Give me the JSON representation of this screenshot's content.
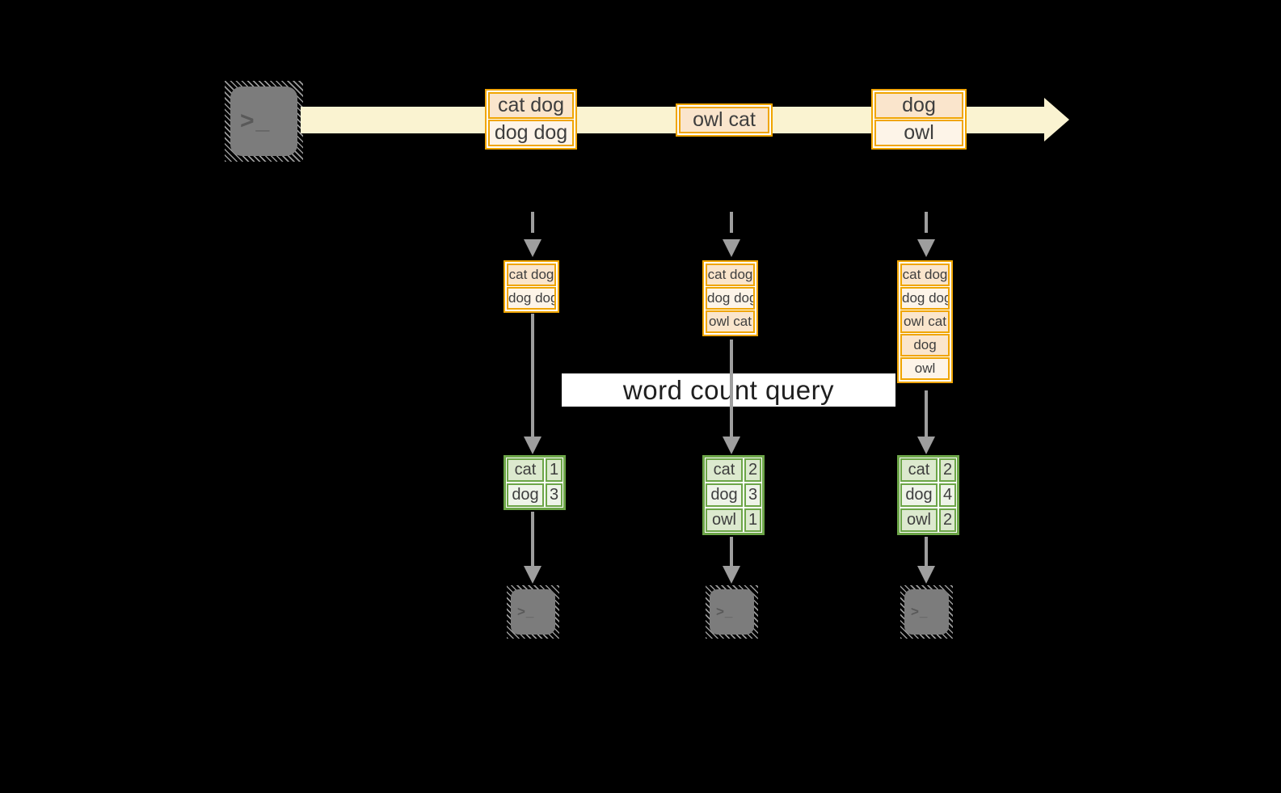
{
  "query_label": "word count query",
  "terminal_prompt": ">_",
  "stream": {
    "sentences": [
      "cat dog",
      "dog dog",
      "owl cat",
      "dog",
      "owl"
    ]
  },
  "workers": [
    {
      "buffer": [
        "cat dog",
        "dog dog"
      ],
      "counts": [
        {
          "word": "cat",
          "count": 1
        },
        {
          "word": "dog",
          "count": 3
        }
      ]
    },
    {
      "buffer": [
        "cat dog",
        "dog dog",
        "owl cat"
      ],
      "counts": [
        {
          "word": "cat",
          "count": 2
        },
        {
          "word": "dog",
          "count": 3
        },
        {
          "word": "owl",
          "count": 1
        }
      ]
    },
    {
      "buffer": [
        "cat dog",
        "dog dog",
        "owl cat",
        "dog",
        "owl"
      ],
      "counts": [
        {
          "word": "cat",
          "count": 2
        },
        {
          "word": "dog",
          "count": 4
        },
        {
          "word": "owl",
          "count": 2
        }
      ]
    }
  ],
  "colors": {
    "background": "#000000",
    "stream_band": "#FAF3D1",
    "box_border": "#F0A500",
    "box_fill_peach": "#FAE5CC",
    "box_fill_light": "#FDF4E8",
    "table_border": "#6CA547",
    "table_fill_dark": "#DCE9CE",
    "table_fill_light": "#EEF4E8",
    "arrow_gray": "#9E9E9E",
    "terminal_gray": "#7C7C7C",
    "text_dark": "#3E3E3E",
    "banner_bg": "#FFFFFF",
    "banner_text": "#1F1F1F"
  }
}
